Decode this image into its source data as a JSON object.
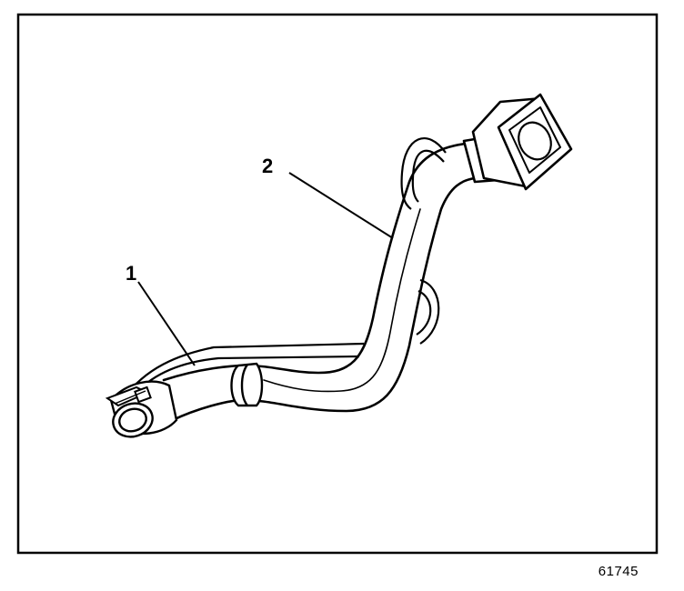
{
  "diagram": {
    "callouts": [
      {
        "id": "1",
        "label": "1"
      },
      {
        "id": "2",
        "label": "2"
      }
    ],
    "figure_number": "61745",
    "colors": {
      "line": "#000000",
      "background": "#ffffff"
    }
  }
}
